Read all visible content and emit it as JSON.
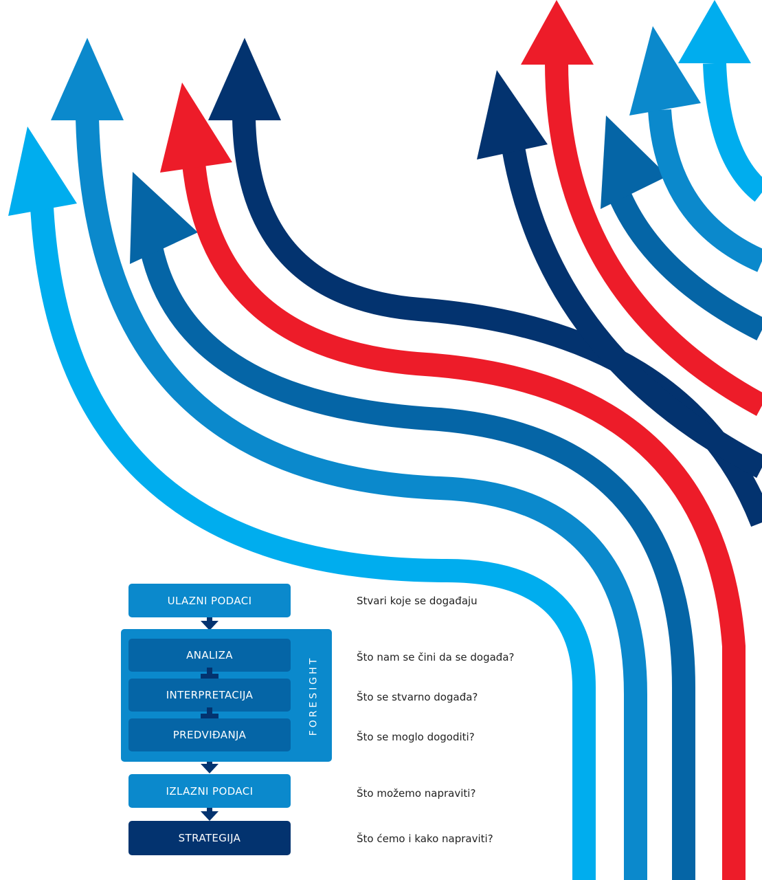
{
  "colors": {
    "light_blue": "#00adee",
    "medium_blue": "#0b89cc",
    "steel_blue": "#0565a6",
    "navy": "#03336f",
    "red": "#ed1c29"
  },
  "flow": {
    "input": "ULAZNI PODACI",
    "analysis": "ANALIZA",
    "interpretation": "INTERPRETACIJA",
    "prediction": "PREDVIĐANJA",
    "foresight": "FORESIGHT",
    "output": "IZLAZNI PODACI",
    "strategy": "STRATEGIJA"
  },
  "questions": {
    "input": "Stvari koje se događaju",
    "analysis": "Što nam se čini da se događa?",
    "interpretation": "Što se stvarno događa?",
    "prediction": "Što se moglo dogoditi?",
    "output": "Što možemo napraviti?",
    "strategy": "Što ćemo i kako napraviti?"
  }
}
